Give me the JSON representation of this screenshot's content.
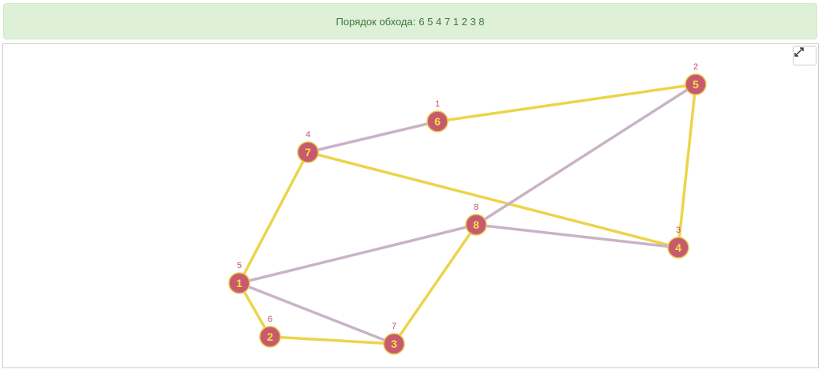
{
  "status": {
    "prefix": "Порядок обхода:",
    "order": "6 5 4 7 1 2 3 8"
  },
  "graph": {
    "colors": {
      "node_fill": "#c85a6e",
      "node_stroke": "#e8c84a",
      "node_text": "#f3e04a",
      "order_text": "#c0506a",
      "tree_edge": "#ecd44a",
      "other_edge": "#c9b3c6"
    },
    "nodes": [
      {
        "id": "1",
        "order": "5"
      },
      {
        "id": "2",
        "order": "6"
      },
      {
        "id": "3",
        "order": "7"
      },
      {
        "id": "4",
        "order": "3"
      },
      {
        "id": "5",
        "order": "2"
      },
      {
        "id": "6",
        "order": "1"
      },
      {
        "id": "7",
        "order": "4"
      },
      {
        "id": "8",
        "order": "8"
      }
    ],
    "edges": [
      {
        "from": "6",
        "to": "5",
        "tree": true
      },
      {
        "from": "5",
        "to": "4",
        "tree": true
      },
      {
        "from": "4",
        "to": "7",
        "tree": true
      },
      {
        "from": "7",
        "to": "1",
        "tree": true
      },
      {
        "from": "1",
        "to": "2",
        "tree": true
      },
      {
        "from": "2",
        "to": "3",
        "tree": true
      },
      {
        "from": "3",
        "to": "8",
        "tree": true
      },
      {
        "from": "7",
        "to": "6",
        "tree": false
      },
      {
        "from": "8",
        "to": "5",
        "tree": false
      },
      {
        "from": "8",
        "to": "4",
        "tree": false
      },
      {
        "from": "1",
        "to": "8",
        "tree": false
      },
      {
        "from": "1",
        "to": "3",
        "tree": false
      }
    ]
  },
  "toolbar": {
    "fullscreen_icon": "expand-arrows-icon"
  }
}
